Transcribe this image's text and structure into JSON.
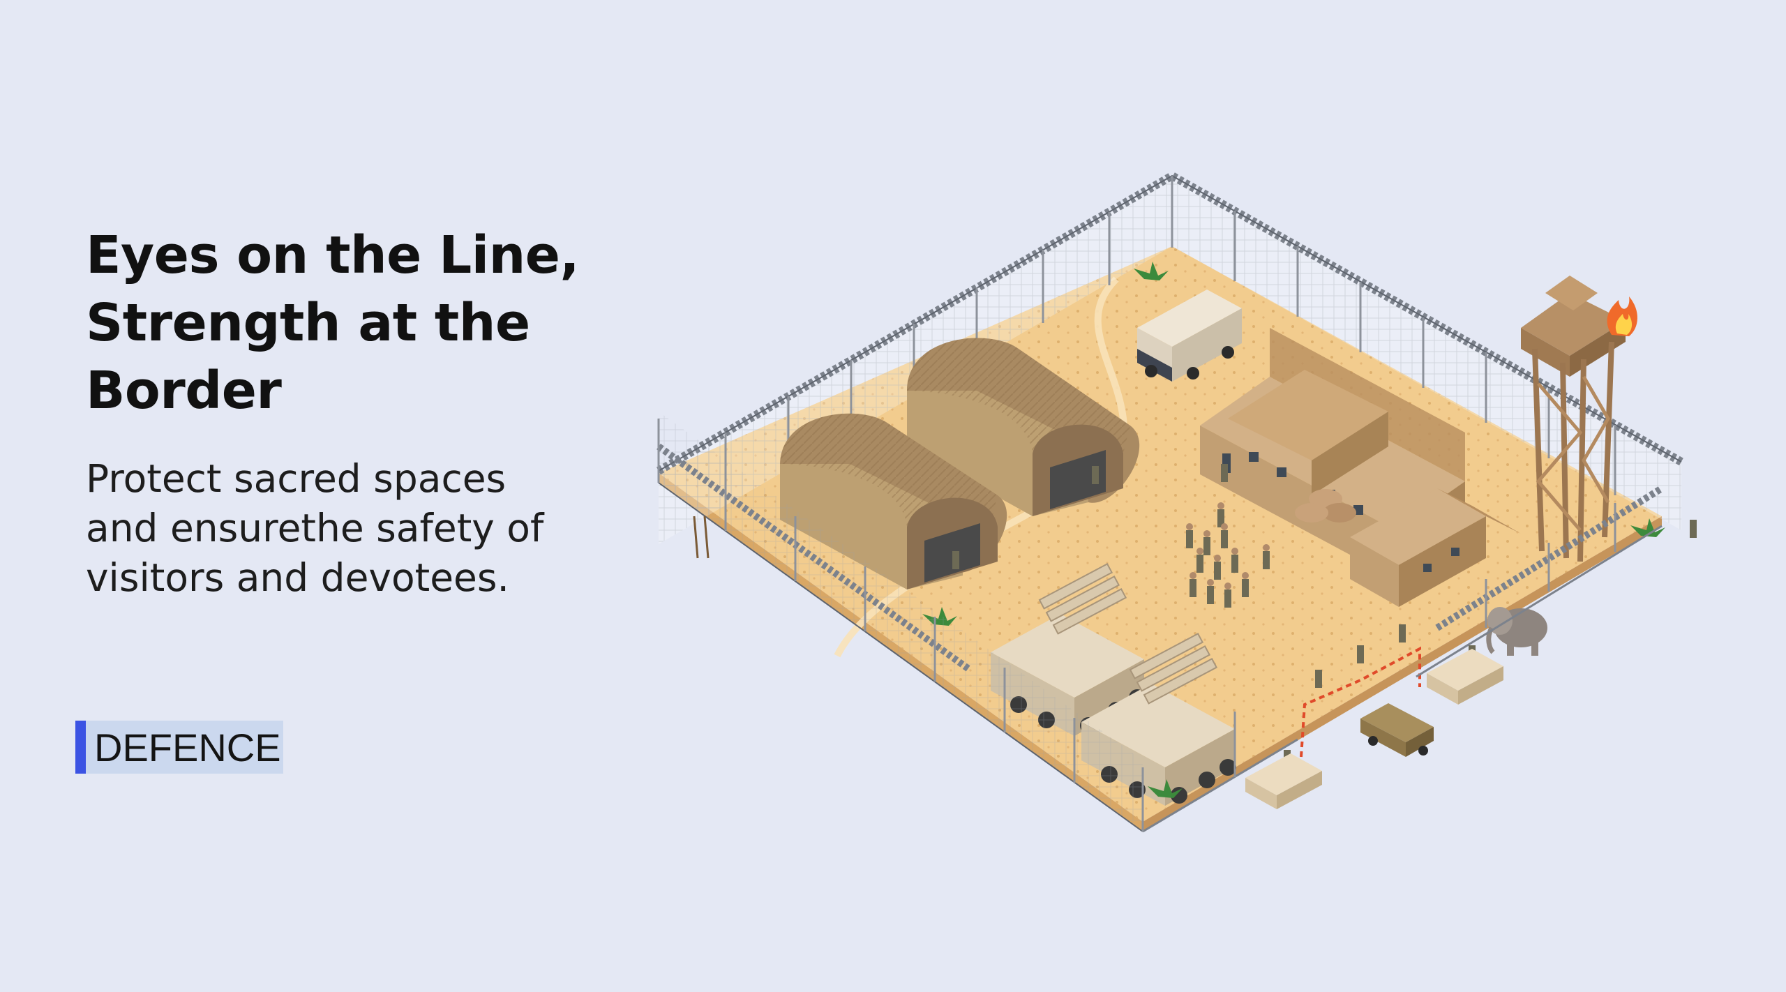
{
  "headline": {
    "line1": "Eyes on the Line,",
    "line2": "Strength at the",
    "line3": "Border"
  },
  "subtitle": {
    "line1": "Protect sacred spaces",
    "line2": "and ensurethe safety of",
    "line3": "visitors and devotees."
  },
  "tag": {
    "label": "DEFENCE"
  },
  "colors": {
    "background": "#e4e8f4",
    "tag_background": "#cbd8ee",
    "tag_accent": "#3b53e3",
    "sand": "#f2cc8e",
    "building": "#d2b48c"
  },
  "illustration": {
    "subject": "isometric-military-border-base",
    "icons": [
      "barbed-wire-fence-icon",
      "hangar-icon",
      "barracks-icon",
      "watchtower-icon",
      "rocket-launcher-truck-icon",
      "truck-icon",
      "jeep-icon",
      "soldier-icon",
      "elephant-icon",
      "fire-icon",
      "palm-plant-icon"
    ]
  }
}
